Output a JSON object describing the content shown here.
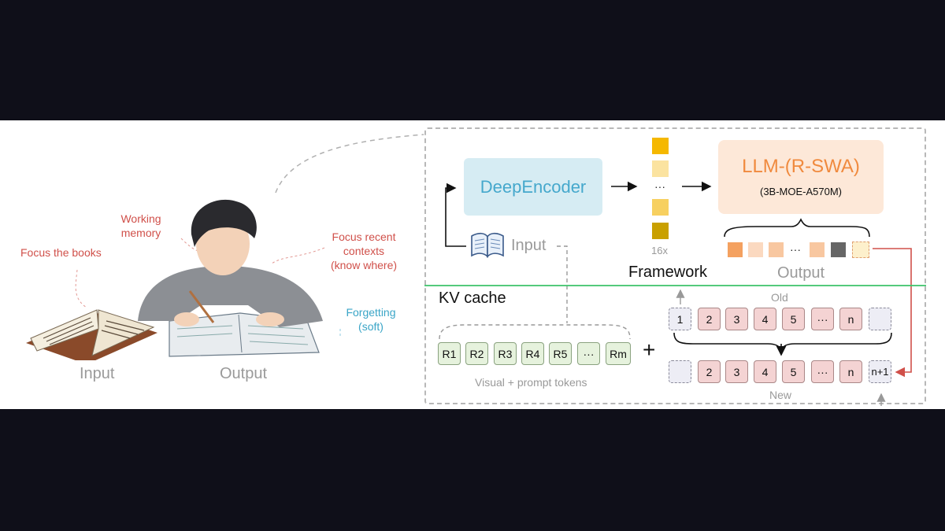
{
  "illustration": {
    "annotations": {
      "working_memory": [
        "Working",
        "memory"
      ],
      "focus_books": "Focus the books",
      "focus_recent": [
        "Focus recent",
        "contexts",
        "(know where)"
      ],
      "forgetting": [
        "Forgetting",
        "(soft)"
      ]
    },
    "input_label": "Input",
    "output_label": "Output"
  },
  "framework": {
    "encoder_label": "DeepEncoder",
    "input_label": "Input",
    "tokens_ellipsis": "···",
    "tokens_count": "16x",
    "framework_label": "Framework",
    "llm_title": "LLM-(R-SWA)",
    "llm_subtitle": "(3B-MOE-A570M)",
    "output_label": "Output",
    "output_ellipsis": "···"
  },
  "kv_cache": {
    "label": "KV cache",
    "visual_tokens": [
      "R1",
      "R2",
      "R3",
      "R4",
      "R5",
      "···",
      "Rm"
    ],
    "visual_caption": "Visual + prompt tokens",
    "plus": "+",
    "old_label": "Old",
    "old_tokens": [
      "1",
      "2",
      "3",
      "4",
      "5",
      "···",
      "n"
    ],
    "new_label": "New",
    "new_tokens": [
      "2",
      "3",
      "4",
      "5",
      "···",
      "n",
      "n+1"
    ]
  },
  "colors": {
    "encoder_text": "#45a8cc",
    "llm_text": "#f08a3e",
    "annotation_red": "#d0504a",
    "annotation_blue": "#3aa5c7",
    "divider_green": "#3cc36a",
    "stack_gold": [
      "#f5b800",
      "#fbe3a0",
      "#fbe3a0",
      "#f7d060",
      "#c9a000"
    ],
    "output_squares": [
      "#f4a160",
      "#fbd9c0",
      "#f8c7a0",
      "#f8c7a0",
      "#666666",
      "#fdf0cc"
    ]
  }
}
